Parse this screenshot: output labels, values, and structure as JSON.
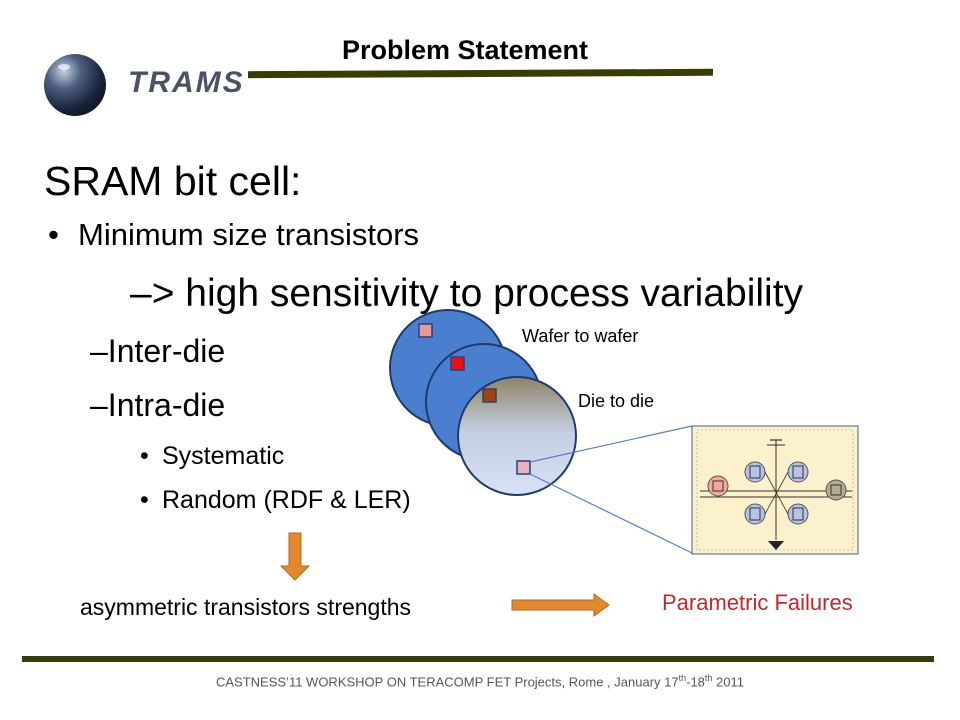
{
  "header": {
    "logo_text": "TRAMS",
    "title": "Problem Statement"
  },
  "slide": {
    "heading": "SRAM bit cell:",
    "bullet": "Minimum size transistors",
    "consequence": "–> high sensitivity to process variability",
    "dash_items": [
      "–Inter-die",
      "–Intra-die"
    ],
    "sub_items": [
      "Systematic",
      "Random (RDF & LER)"
    ],
    "result": "asymmetric transistors strengths",
    "outcome": "Parametric Failures"
  },
  "diagram": {
    "wafer_label": "Wafer to wafer",
    "die_label": "Die to die"
  },
  "footer": {
    "text_main": "CASTNESS’11 WORKSHOP ON TERACOMP  FET Projects, Rome , January 17",
    "sup_1": "th",
    "text_mid": "-18",
    "sup_2": "th",
    "text_end": " 2011"
  },
  "colors": {
    "wafer_blue": "#4a7fd0",
    "arrow_orange": "#e2892e",
    "failure_red": "#c0282c",
    "rule_olive": "#3a3c08",
    "cell_bg": "#fbf1cc"
  }
}
